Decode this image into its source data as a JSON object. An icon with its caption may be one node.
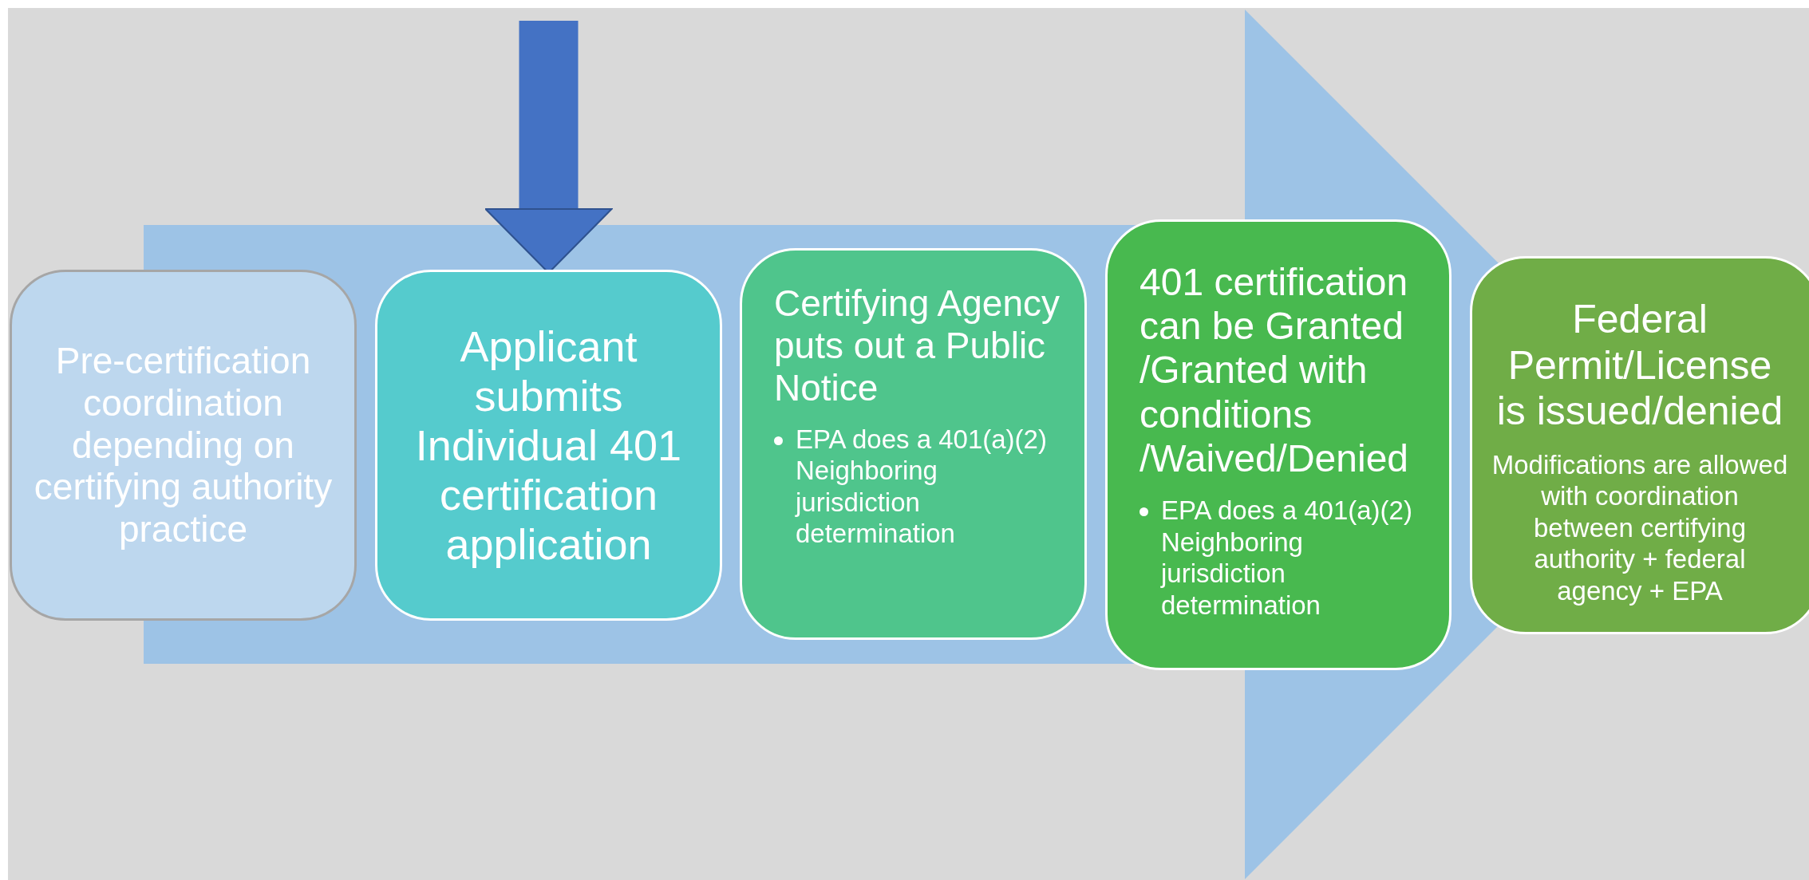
{
  "diagram": {
    "nodes": [
      {
        "text": [
          "Pre-certification coordination depending on certifying authority practice"
        ]
      },
      {
        "text": [
          "Applicant submits Individual 401 certification application"
        ]
      },
      {
        "text": [
          "Certifying Agency puts out a  Public Notice",
          "EPA does a 401(a)(2) Neighboring jurisdiction determination"
        ]
      },
      {
        "text": [
          "401 certification can be Granted /Granted with conditions /Waived/Denied",
          "EPA does a 401(a)(2) Neighboring jurisdiction determination"
        ]
      },
      {
        "text": [
          "Federal Permit/License is issued/denied",
          "Modifications are allowed with coordination between certifying authority + federal agency + EPA"
        ]
      }
    ],
    "edges": [
      {
        "from": null,
        "to": 1,
        "arrow": "to"
      },
      {
        "from": 0,
        "to": 4,
        "arrow": "to"
      }
    ]
  }
}
